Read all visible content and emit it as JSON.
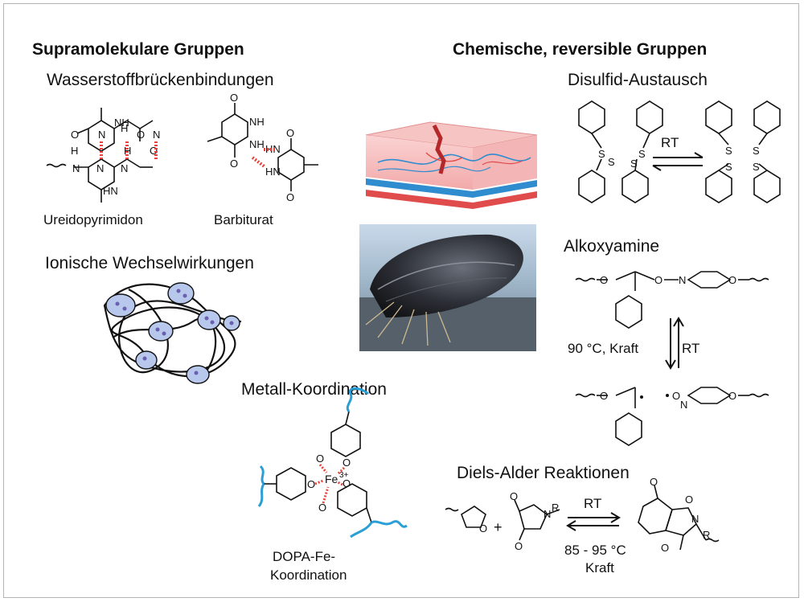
{
  "left": {
    "heading": "Supramolekulare Gruppen",
    "hbond_title": "Wasserstoffbrückenbindungen",
    "ureido_label": "Ureidopyrimidon",
    "barbiturat_label": "Barbiturat",
    "ionic_title": "Ionische Wechselwirkungen",
    "metal_title": "Metall-Koordination",
    "dopa_label_1": "DOPA-Fe-",
    "dopa_label_2": "Koordination"
  },
  "right": {
    "heading": "Chemische, reversible Gruppen",
    "disulfid_title": "Disulfid-Austausch",
    "disulfid_condition": "RT",
    "alkoxy_title": "Alkoxyamine",
    "alkoxy_forward": "90 °C, Kraft",
    "alkoxy_back": "RT",
    "diels_title": "Diels-Alder Reaktionen",
    "diels_forward": "RT",
    "diels_back_1": "85 - 95 °C",
    "diels_back_2": "Kraft"
  },
  "atoms": {
    "O": "O",
    "N": "N",
    "H": "H",
    "NH": "NH",
    "HN": "HN",
    "S": "S",
    "R": "R",
    "Fe": "Fe",
    "fe_charge": "3+",
    "plus": "+"
  },
  "colors": {
    "border": "#b4b4b4",
    "hbond": "#e8433a",
    "polymer": "#2a9fd6",
    "ion": "#6a5fb0",
    "skin_top": "#f7c4c4",
    "crack": "#c0392b",
    "blue_layer": "#2f8ccf",
    "red_layer": "#e04b4b"
  },
  "icons": [
    "skin-layer-illustration",
    "mussel-photo"
  ]
}
